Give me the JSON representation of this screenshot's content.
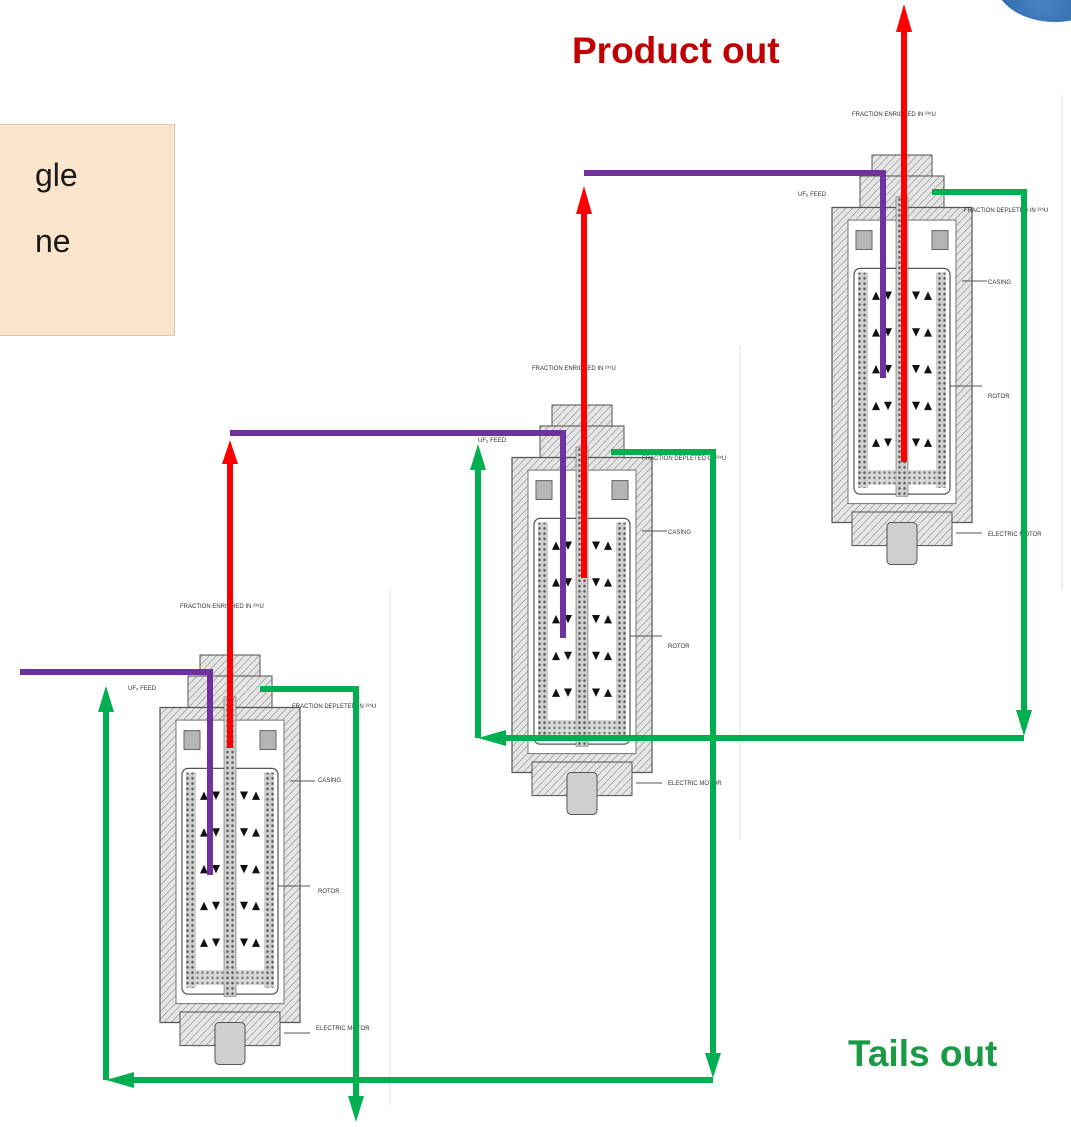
{
  "titles": {
    "product_out": "Product out",
    "tails_out": "Tails out"
  },
  "note": {
    "line1": "gle",
    "line2": "ne"
  },
  "centrifuge_labels": {
    "enriched": "FRACTION ENRICHED IN ²³⁵U",
    "feed": "UF₆ FEED",
    "depleted": "FRACTION DEPLETED IN ²³⁵U",
    "casing": "CASING",
    "rotor": "ROTOR",
    "motor": "ELECTRIC MOTOR"
  },
  "colors": {
    "product_flow": "#ff0000",
    "feed_flow": "#7030a0",
    "tails_flow": "#00b050",
    "product_title": "#c00000",
    "tails_title": "#1a9a45",
    "note_bg": "#fce5cd"
  },
  "stages": [
    "stage-1",
    "stage-2",
    "stage-3"
  ]
}
